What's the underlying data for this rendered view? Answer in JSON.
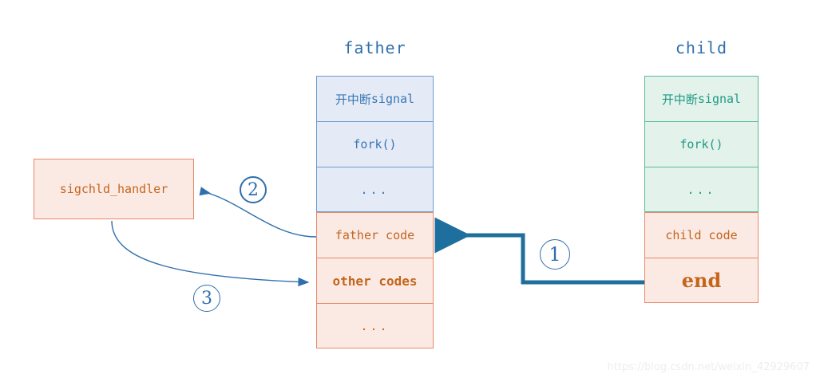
{
  "diagram": {
    "title_father": "father",
    "title_child": "child",
    "columns": [
      {
        "id": "father",
        "title": "father",
        "cells": [
          {
            "label": "开中断 signal",
            "style": "blue"
          },
          {
            "label": "fork()",
            "style": "blue"
          },
          {
            "label": "...",
            "style": "blue"
          },
          {
            "label": "father code",
            "style": "peach"
          },
          {
            "label": "other codes",
            "style": "peach-bold"
          },
          {
            "label": "...",
            "style": "peach"
          }
        ]
      },
      {
        "id": "child",
        "title": "child",
        "cells": [
          {
            "label": "开中断 signal",
            "style": "green"
          },
          {
            "label": "fork()",
            "style": "green"
          },
          {
            "label": "...",
            "style": "green"
          },
          {
            "label": "child code",
            "style": "peach"
          },
          {
            "label": "end",
            "style": "peach-end"
          }
        ]
      }
    ],
    "handler": {
      "label": "sigchld_handler"
    },
    "steps": [
      {
        "id": "1",
        "label": "①",
        "digit": "1"
      },
      {
        "id": "2",
        "label": "②",
        "digit": "2"
      },
      {
        "id": "3",
        "label": "③",
        "digit": "3"
      }
    ],
    "cell_text": {
      "signal_cjk": "开中断",
      "signal_word": " signal",
      "fork": "fork()",
      "dots": "...",
      "father_code": "father code",
      "other_codes": "other codes",
      "child_code": "child code",
      "end": "end"
    },
    "colors": {
      "blue_fill": "#e4ebf7",
      "blue_border": "#6a9bd1",
      "blue_text": "#3a77b5",
      "green_fill": "#e3f2ea",
      "green_border": "#57bb9a",
      "green_text": "#1f9a87",
      "peach_fill": "#fbeae4",
      "peach_border": "#e8886a",
      "peach_text": "#c4651c",
      "link_thick": "#1f6f9e",
      "link_thin": "#2f6fad",
      "title_text": "#2f6fad"
    }
  },
  "watermark": {
    "text": "https://blog.csdn.net/weixin_42929607"
  }
}
